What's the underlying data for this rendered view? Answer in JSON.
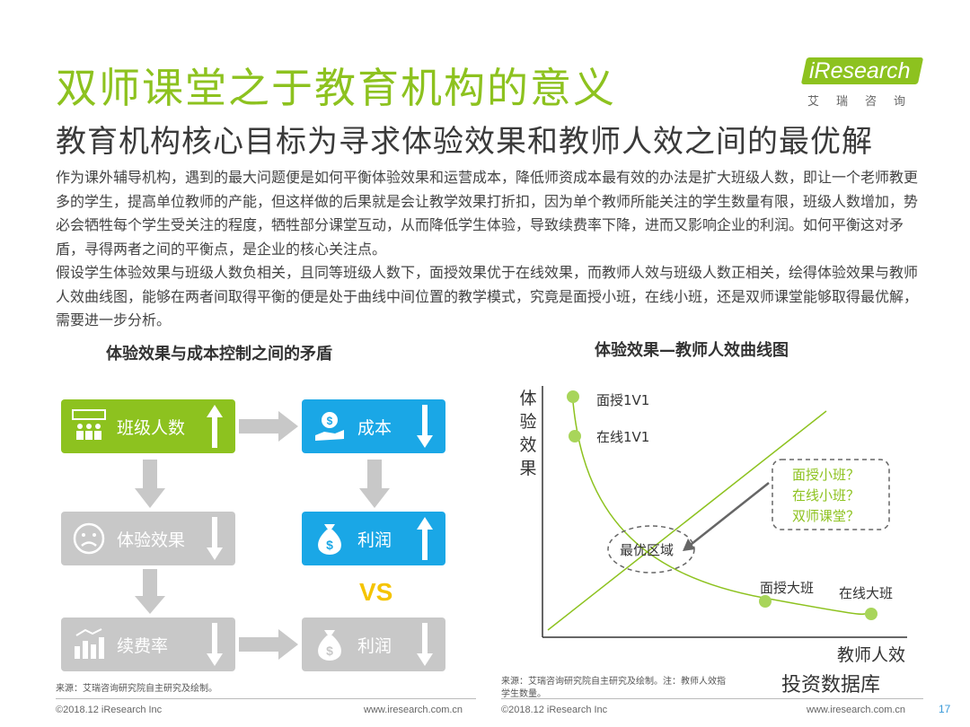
{
  "title": "双师课堂之于教育机构的意义",
  "subtitle": "教育机构核心目标为寻求体验效果和教师人效之间的最优解",
  "logo": {
    "brand": "iResearch",
    "cn": "艾瑞咨询"
  },
  "body": {
    "p1": "作为课外辅导机构，遇到的最大问题便是如何平衡体验效果和运营成本，降低师资成本最有效的办法是扩大班级人数，即让一个老师教更多的学生，提高单位教师的产能，但这样做的后果就是会让教学效果打折扣，因为单个教师所能关注的学生数量有限，班级人数增加，势必会牺牲每个学生受关注的程度，牺牲部分课堂互动，从而降低学生体验，导致续费率下降，进而又影响企业的利润。如何平衡这对矛盾，寻得两者之间的平衡点，是企业的核心关注点。",
    "p2": "假设学生体验效果与班级人数负相关，且同等班级人数下，面授效果优于在线效果，而教师人效与班级人数正相关，绘得体验效果与教师人效曲线图，能够在两者间取得平衡的便是处于曲线中间位置的教学模式，究竟是面授小班，在线小班，还是双师课堂能够取得最优解，需要进一步分析。"
  },
  "left": {
    "title": "体验效果与成本控制之间的矛盾",
    "boxes": {
      "class_size": "班级人数",
      "cost": "成本",
      "experience": "体验效果",
      "profit_up": "利润",
      "renewal": "续费率",
      "profit_down": "利润"
    },
    "vs": "VS",
    "source": "来源：艾瑞咨询研究院自主研究及绘制。"
  },
  "right": {
    "title": "体验效果—教师人效曲线图",
    "ylabel": "体验效果",
    "xlabel": "教师人效",
    "labels": {
      "p1": "面授1V1",
      "p2": "在线1V1",
      "p3": "面授大班",
      "p4": "在线大班",
      "optimal": "最优区域",
      "q1": "面授小班？",
      "q2": "在线小班？",
      "q3": "双师课堂？"
    },
    "source": "来源：艾瑞咨询研究院自主研究及绘制。注：教师人效指",
    "source2": "学生数量。"
  },
  "footer": {
    "left_copy": "©2018.12 iResearch Inc",
    "left_url": "www.iresearch.com.cn",
    "right_copy": "©2018.12 iResearch Inc",
    "right_url": "www.iresearch.com.cn"
  },
  "watermark": "投资数据库",
  "page": "17",
  "colors": {
    "green": "#8dc21f",
    "blue": "#1aa7e6",
    "gray": "#c8c8c8",
    "yellow": "#f5c400"
  }
}
